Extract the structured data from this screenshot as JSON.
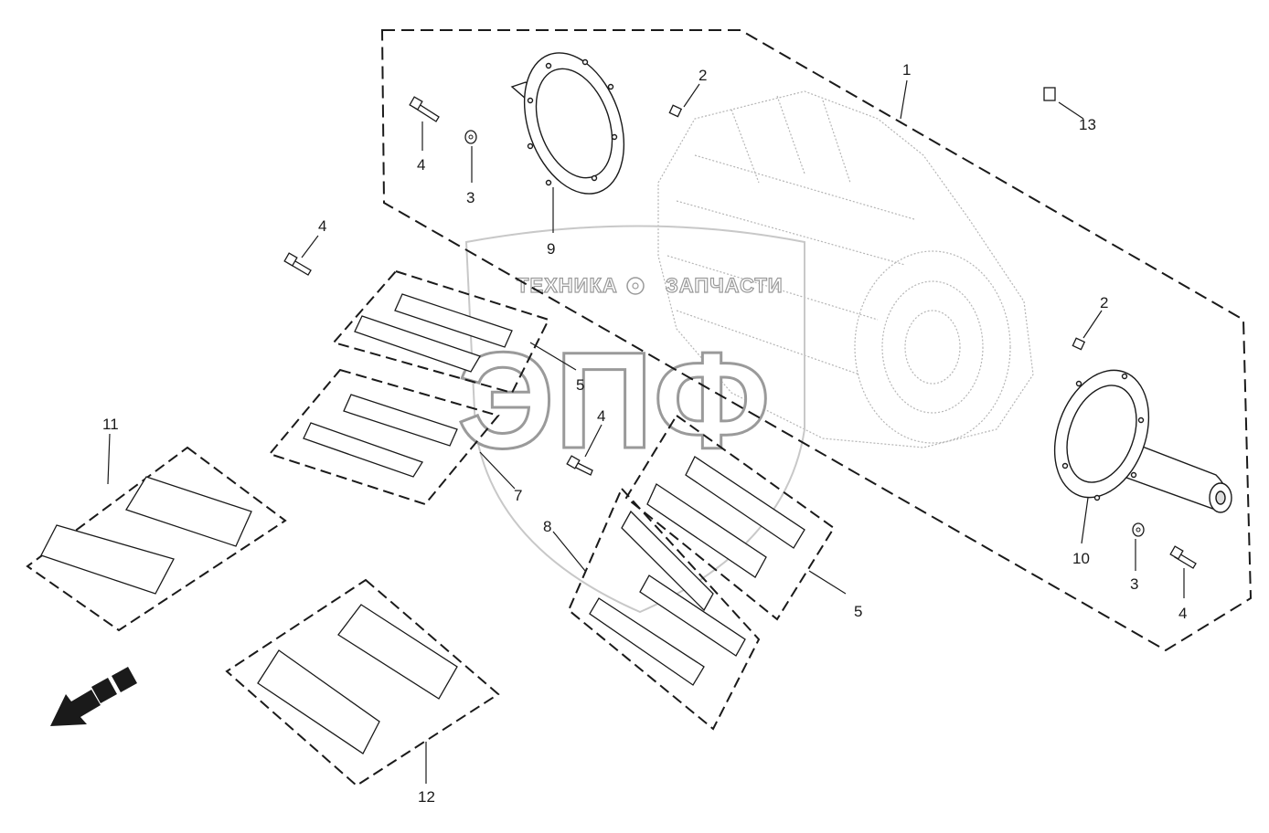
{
  "watermark": {
    "line1_left": "ТЕХНИКА",
    "line1_right": "ЗАПЧАСТИ",
    "big": "ЭПФ"
  },
  "callouts": {
    "c1": "1",
    "c2a": "2",
    "c2b": "2",
    "c3a": "3",
    "c3b": "3",
    "c4a": "4",
    "c4b": "4",
    "c4c": "4",
    "c4d": "4",
    "c5a": "5",
    "c5b": "5",
    "c7": "7",
    "c8": "8",
    "c9": "9",
    "c10": "10",
    "c11": "11",
    "c12": "12",
    "c13": "13"
  },
  "icons": {
    "direction_arrow": "arrow-down-left-icon",
    "watermark_gear": "gear-icon"
  },
  "colors": {
    "line": "#1a1a1a",
    "ghost": "#9a9a9a"
  }
}
